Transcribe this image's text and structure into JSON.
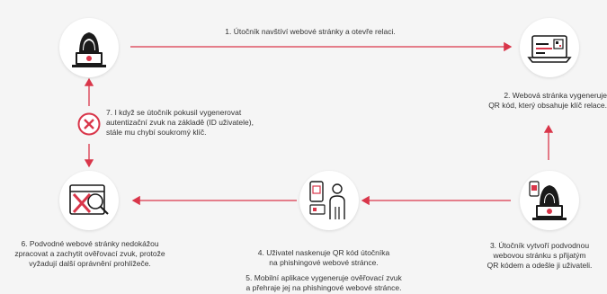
{
  "steps": {
    "s1": "1. Útočník navštíví webové stránky a otevře relaci.",
    "s2": [
      "2. Webová stránka vygeneruje",
      "QR kód, který obsahuje klíč relace."
    ],
    "s3": [
      "3. Útočník vytvoří podvodnou",
      "webovou stránku s přijatým",
      "QR kódem a odešle ji uživateli."
    ],
    "s4": [
      "4. Uživatel naskenuje QR kód útočníka",
      "na phishingové webové stránce."
    ],
    "s5": [
      "5. Mobilní aplikace vygeneruje ověřovací zvuk",
      "a přehraje jej na phishingové webové stránce."
    ],
    "s6": [
      "6. Podvodné webové stránky nedokážou",
      "zpracovat a zachytit ověřovací zvuk, protože",
      "vyžadují další oprávnění prohlížeče."
    ],
    "s7": [
      "7. I když se útočník pokusil vygenerovat",
      "autentizační zvuk na základě (ID uživatele),",
      "stále mu chybí soukromý klíč."
    ]
  },
  "colors": {
    "arrow": "#d9364a",
    "ink": "#1a1a1a",
    "accent": "#d9364a"
  },
  "icons": [
    "hacker-icon",
    "laptop-qr-icon",
    "hacker-qr-icon",
    "user-phone-icon",
    "blocked-browser-icon",
    "cross-icon"
  ]
}
